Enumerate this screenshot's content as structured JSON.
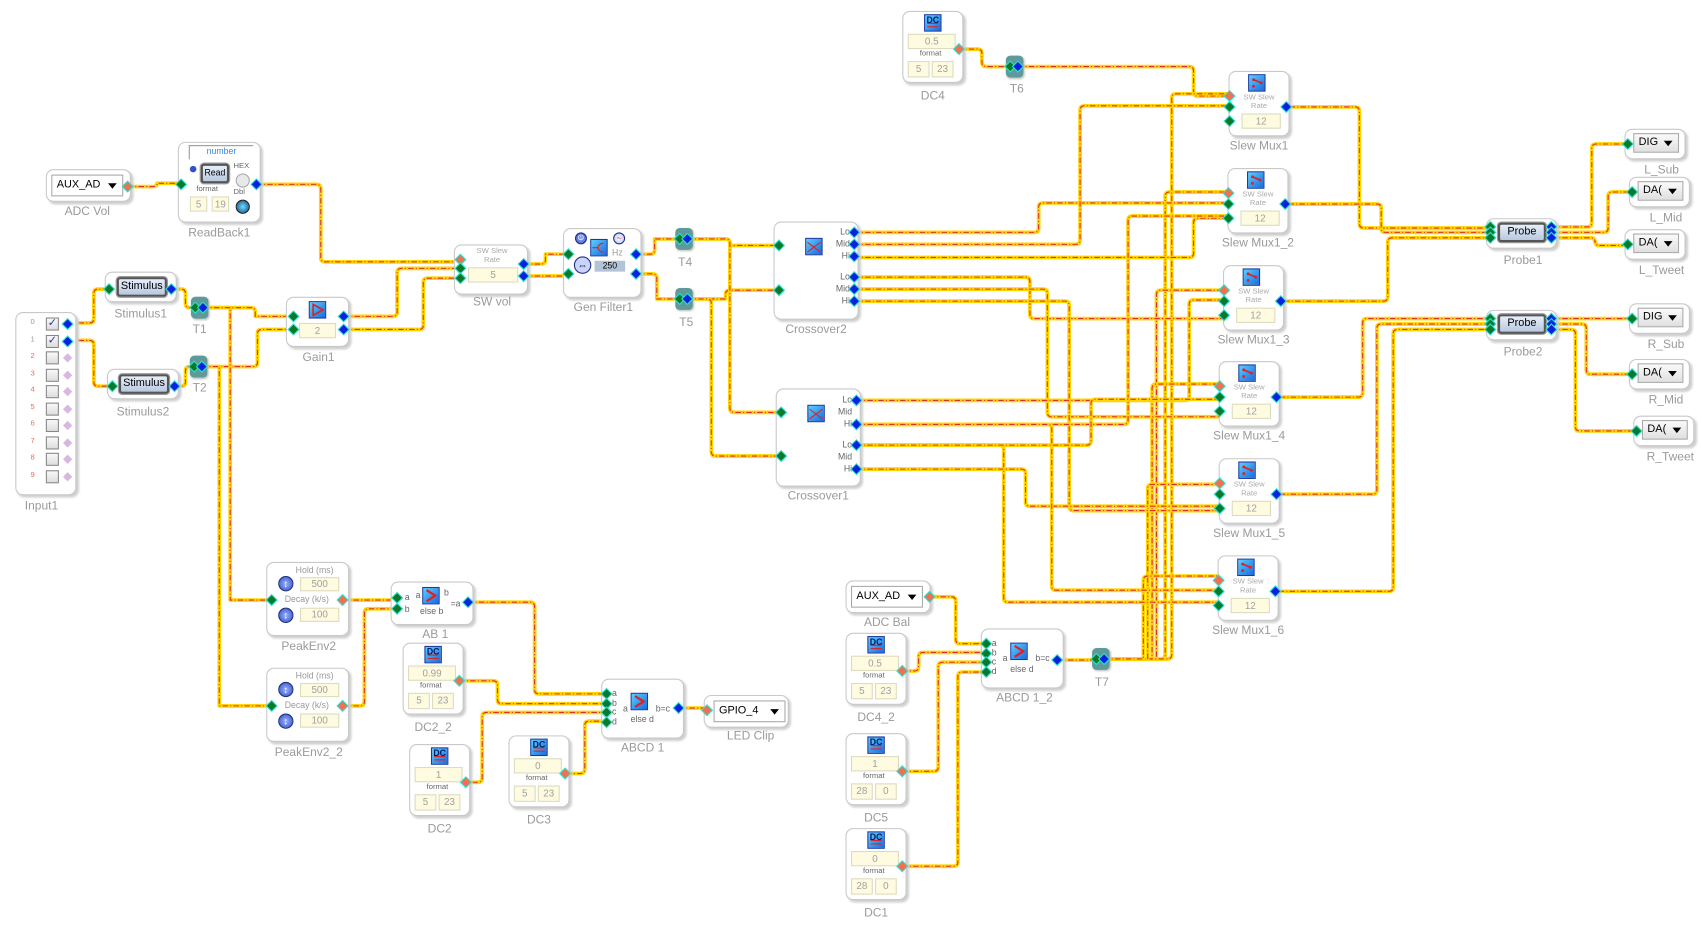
{
  "colors": {
    "wire_outer": "#ffd400",
    "wire_inner": "#e0302a",
    "pin_in": "#0a7a2a",
    "pin_out": "#0a22e0",
    "pin_param": "#f07050",
    "tee": "#5f9a9a"
  },
  "blocks": {
    "adc_vol": {
      "label": "ADC Vol",
      "value": "AUX_AD"
    },
    "readback1": {
      "label": "ReadBack1",
      "display": "number",
      "button": "Read",
      "format_label": "format",
      "format": [
        "5",
        "19"
      ],
      "hex_label": "HEX",
      "dbl_label": "Dbl"
    },
    "input1": {
      "label": "Input1",
      "rows": [
        {
          "index": "0",
          "checked": true
        },
        {
          "index": "1",
          "checked": true
        },
        {
          "index": "2",
          "checked": false
        },
        {
          "index": "3",
          "checked": false
        },
        {
          "index": "4",
          "checked": false
        },
        {
          "index": "5",
          "checked": false
        },
        {
          "index": "6",
          "checked": false
        },
        {
          "index": "7",
          "checked": false
        },
        {
          "index": "8",
          "checked": false
        },
        {
          "index": "9",
          "checked": false
        }
      ]
    },
    "stimulus1": {
      "label": "Stimulus1",
      "button": "Stimulus"
    },
    "stimulus2": {
      "label": "Stimulus2",
      "button": "Stimulus"
    },
    "t1": {
      "label": "T1"
    },
    "t2": {
      "label": "T2"
    },
    "t4": {
      "label": "T4"
    },
    "t5": {
      "label": "T5"
    },
    "t6": {
      "label": "T6"
    },
    "t7": {
      "label": "T7"
    },
    "gain1": {
      "label": "Gain1",
      "value": "2"
    },
    "sw_vol": {
      "label": "SW vol",
      "title": "SW Slew Rate",
      "value": "5"
    },
    "gen_filter1": {
      "label": "Gen Filter1",
      "unit": "Hz",
      "value": "250"
    },
    "crossover2": {
      "label": "Crossover2",
      "ports": [
        "Lo",
        "Mid",
        "Hi",
        "Lo",
        "Mid",
        "Hi"
      ]
    },
    "crossover1": {
      "label": "Crossover1",
      "ports": [
        "Lo",
        "Mid",
        "Hi",
        "Lo",
        "Mid",
        "Hi"
      ]
    },
    "dc4": {
      "label": "DC4",
      "icon": "DC",
      "value": "0.5",
      "format_label": "format",
      "format": [
        "5",
        "23"
      ]
    },
    "slew_mux": [
      {
        "label": "Slew Mux1",
        "title": "SW Slew Rate",
        "value": "12"
      },
      {
        "label": "Slew Mux1_2",
        "title": "SW Slew Rate",
        "value": "12"
      },
      {
        "label": "Slew Mux1_3",
        "title": "SW Slew Rate",
        "value": "12"
      },
      {
        "label": "Slew Mux1_4",
        "title": "SW Slew Rate",
        "value": "12"
      },
      {
        "label": "Slew Mux1_5",
        "title": "SW Slew Rate",
        "value": "12"
      },
      {
        "label": "Slew Mux1_6",
        "title": "SW Slew Rate",
        "value": "12"
      }
    ],
    "probe1": {
      "label": "Probe1",
      "button": "Probe"
    },
    "probe2": {
      "label": "Probe2",
      "button": "Probe"
    },
    "outputs": [
      {
        "label": "L_Sub",
        "value": "DIG"
      },
      {
        "label": "L_Mid",
        "value": "DA("
      },
      {
        "label": "L_Tweet",
        "value": "DA("
      },
      {
        "label": "R_Sub",
        "value": "DIG"
      },
      {
        "label": "R_Mid",
        "value": "DA("
      },
      {
        "label": "R_Tweet",
        "value": "DA("
      }
    ],
    "peakenv2": {
      "label": "PeakEnv2",
      "hold_label": "Hold (ms)",
      "hold": "500",
      "decay_label": "Decay (k/s)",
      "decay": "100"
    },
    "peakenv2_2": {
      "label": "PeakEnv2_2",
      "hold_label": "Hold (ms)",
      "hold": "500",
      "decay_label": "Decay (k/s)",
      "decay": "100"
    },
    "ab1": {
      "label": "AB 1",
      "ports": [
        "a",
        "b"
      ],
      "text_a": "a",
      "text_b": "b",
      "text_eq": "=a",
      "text_else": "else b"
    },
    "dc2_2": {
      "label": "DC2_2",
      "icon": "DC",
      "value": "0.99",
      "format_label": "format",
      "format": [
        "5",
        "23"
      ]
    },
    "dc2": {
      "label": "DC2",
      "icon": "DC",
      "value": "1",
      "format_label": "format",
      "format": [
        "5",
        "23"
      ]
    },
    "dc3": {
      "label": "DC3",
      "icon": "DC",
      "value": "0",
      "format_label": "format",
      "format": [
        "5",
        "23"
      ]
    },
    "abcd1": {
      "label": "ABCD 1",
      "ports": [
        "a",
        "b",
        "c",
        "d"
      ],
      "text_a": "a",
      "text_bc": "b=c",
      "text_else": "else d"
    },
    "led_clip": {
      "label": "LED Clip",
      "value": "GPIO_4"
    },
    "adc_bal": {
      "label": "ADC Bal",
      "value": "AUX_AD"
    },
    "dc4_2": {
      "label": "DC4_2",
      "icon": "DC",
      "value": "0.5",
      "format_label": "format",
      "format": [
        "5",
        "23"
      ]
    },
    "dc5": {
      "label": "DC5",
      "icon": "DC",
      "value": "1",
      "format_label": "format",
      "format": [
        "28",
        "0"
      ]
    },
    "dc1": {
      "label": "DC1",
      "icon": "DC",
      "value": "0",
      "format_label": "format",
      "format": [
        "28",
        "0"
      ]
    },
    "abcd1_2": {
      "label": "ABCD 1_2",
      "ports": [
        "a",
        "b",
        "c",
        "d"
      ],
      "text_a": "a",
      "text_bc": "b=c",
      "text_else": "else d"
    }
  }
}
